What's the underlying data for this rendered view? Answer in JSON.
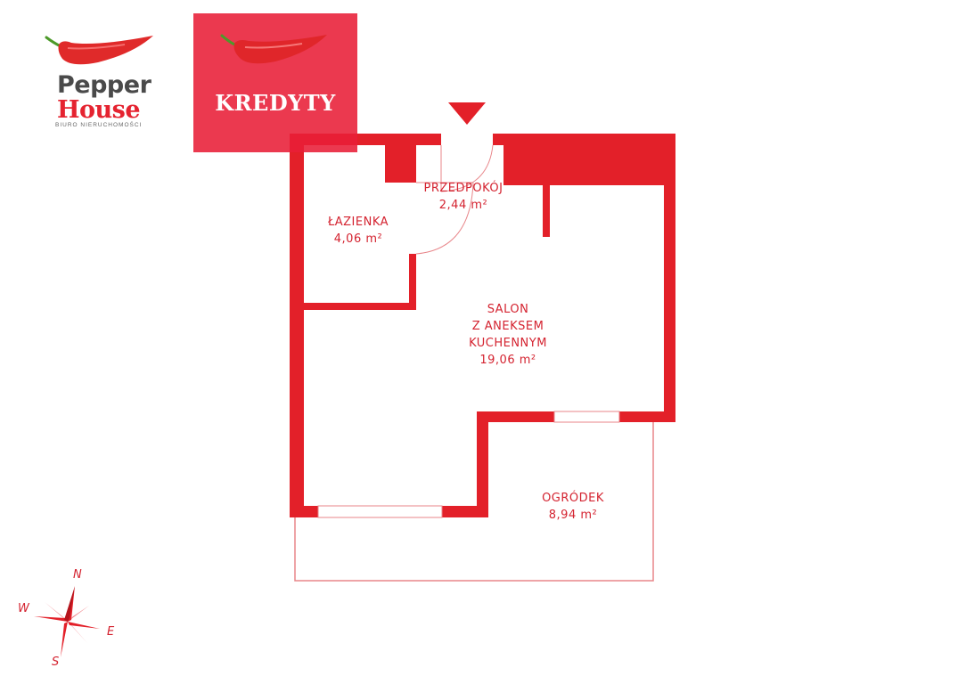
{
  "logo": {
    "brand_line1": "Pepper",
    "brand_line2": "House",
    "tagline": "BIURO NIERUCHOMOŚCI",
    "icon": "chili-pepper-icon"
  },
  "banner": {
    "label": "KREDYTY",
    "icon": "chili-pepper-icon",
    "background": "#e81e37"
  },
  "floor_plan": {
    "wall_color": "#e32029",
    "entrance_marker": "entrance-arrow-icon",
    "rooms": [
      {
        "id": "lazienka",
        "name": "ŁAZIENKA",
        "area": "4,06 m²"
      },
      {
        "id": "przedpokoj",
        "name": "PRZEDPOKÓJ",
        "area": "2,44 m²"
      },
      {
        "id": "salon",
        "name_lines": [
          "SALON",
          "Z ANEKSEM",
          "KUCHENNYM"
        ],
        "area": "19,06 m²"
      },
      {
        "id": "ogrodek",
        "name": "OGRÓDEK",
        "area": "8,94 m²"
      }
    ]
  },
  "compass": {
    "north": "N",
    "south": "S",
    "east": "E",
    "west": "W"
  }
}
